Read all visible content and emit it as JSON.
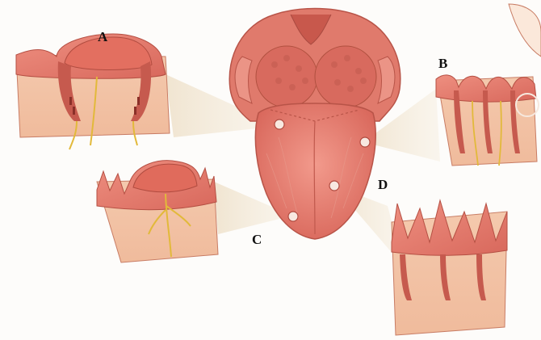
{
  "diagram": {
    "labels": {
      "a": "A",
      "b": "B",
      "c": "C",
      "d": "D"
    }
  },
  "colors": {
    "tissue": "#e2776a",
    "tissue_dark": "#c45a4f",
    "tissue_light": "#f2b3a2",
    "section": "#f2c5a8",
    "nerve": "#e8c23a",
    "callout_cone": "#f1e6d2"
  }
}
